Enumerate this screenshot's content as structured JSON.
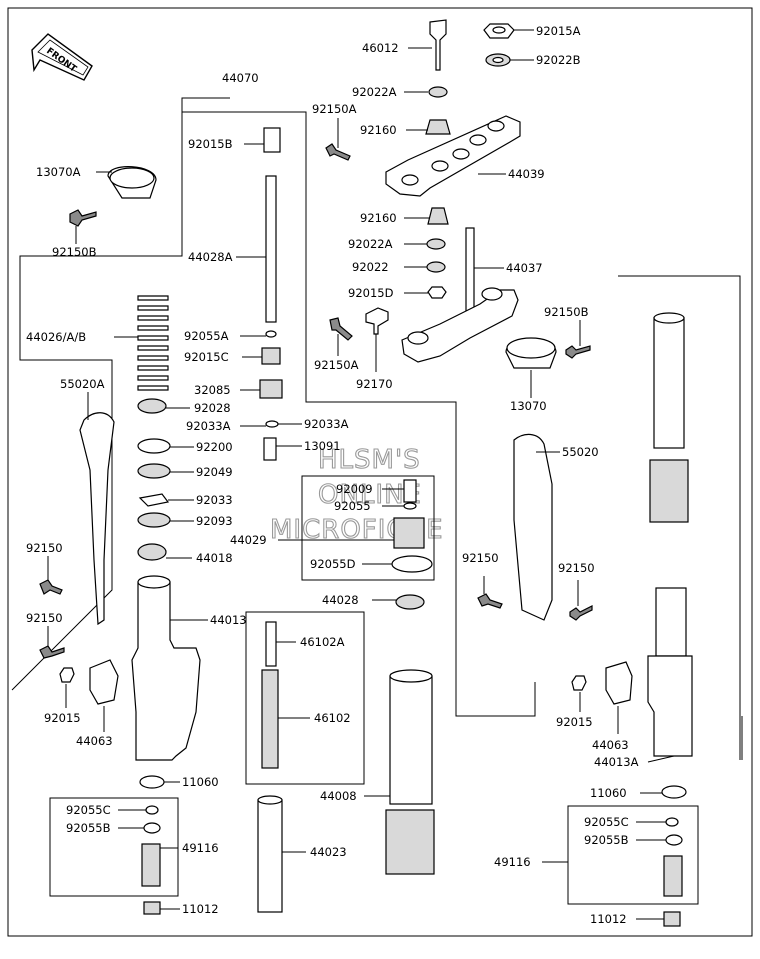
{
  "orientation_label": "FRONT",
  "watermark": [
    "HLSM'S",
    "ONLINE",
    "MICROFICHE"
  ],
  "parts": {
    "p92015A_top": "92015A",
    "p46012": "46012",
    "p92022B": "92022B",
    "p92022A_top": "92022A",
    "p44070": "44070",
    "p92150A_top": "92150A",
    "p92160_top": "92160",
    "p13070A": "13070A",
    "p92015B": "92015B",
    "p44039": "44039",
    "p92150B_left": "92150B",
    "p92160_mid": "92160",
    "p44028A": "44028A",
    "p92022A_mid": "92022A",
    "p92022": "92022",
    "p44037": "44037",
    "p92015D": "92015D",
    "p44026": "44026/A/B",
    "p92150B_right": "92150B",
    "p92055A": "92055A",
    "p92150A_mid": "92150A",
    "p92015C": "92015C",
    "p92170": "92170",
    "p32085": "32085",
    "p13070": "13070",
    "p55020A": "55020A",
    "p92028": "92028",
    "p92033A_left": "92033A",
    "p92033A_right": "92033A",
    "p92200": "92200",
    "p13091": "13091",
    "p55020": "55020",
    "p92049": "92049",
    "p92009": "92009",
    "p92055": "92055",
    "p92033": "92033",
    "p92093": "92093",
    "p44029": "44029",
    "p92150_left": "92150",
    "p92150_right_a": "92150",
    "p92150_right_b": "92150",
    "p44018": "44018",
    "p92055D": "92055D",
    "p92150_left_b": "92150",
    "p44028": "44028",
    "p44013": "44013",
    "p46102A": "46102A",
    "p92015_left": "92015",
    "p46102": "46102",
    "p92015_right": "92015",
    "p44063_left": "44063",
    "p44063_right": "44063",
    "p44013A": "44013A",
    "p11060_left": "11060",
    "p44008": "44008",
    "p11060_right": "11060",
    "p92055C_left": "92055C",
    "p92055B_left": "92055B",
    "p49116_left": "49116",
    "p44023": "44023",
    "p92055C_right": "92055C",
    "p92055B_right": "92055B",
    "p49116_right": "49116",
    "p11012_left": "11012",
    "p11012_right": "11012"
  }
}
